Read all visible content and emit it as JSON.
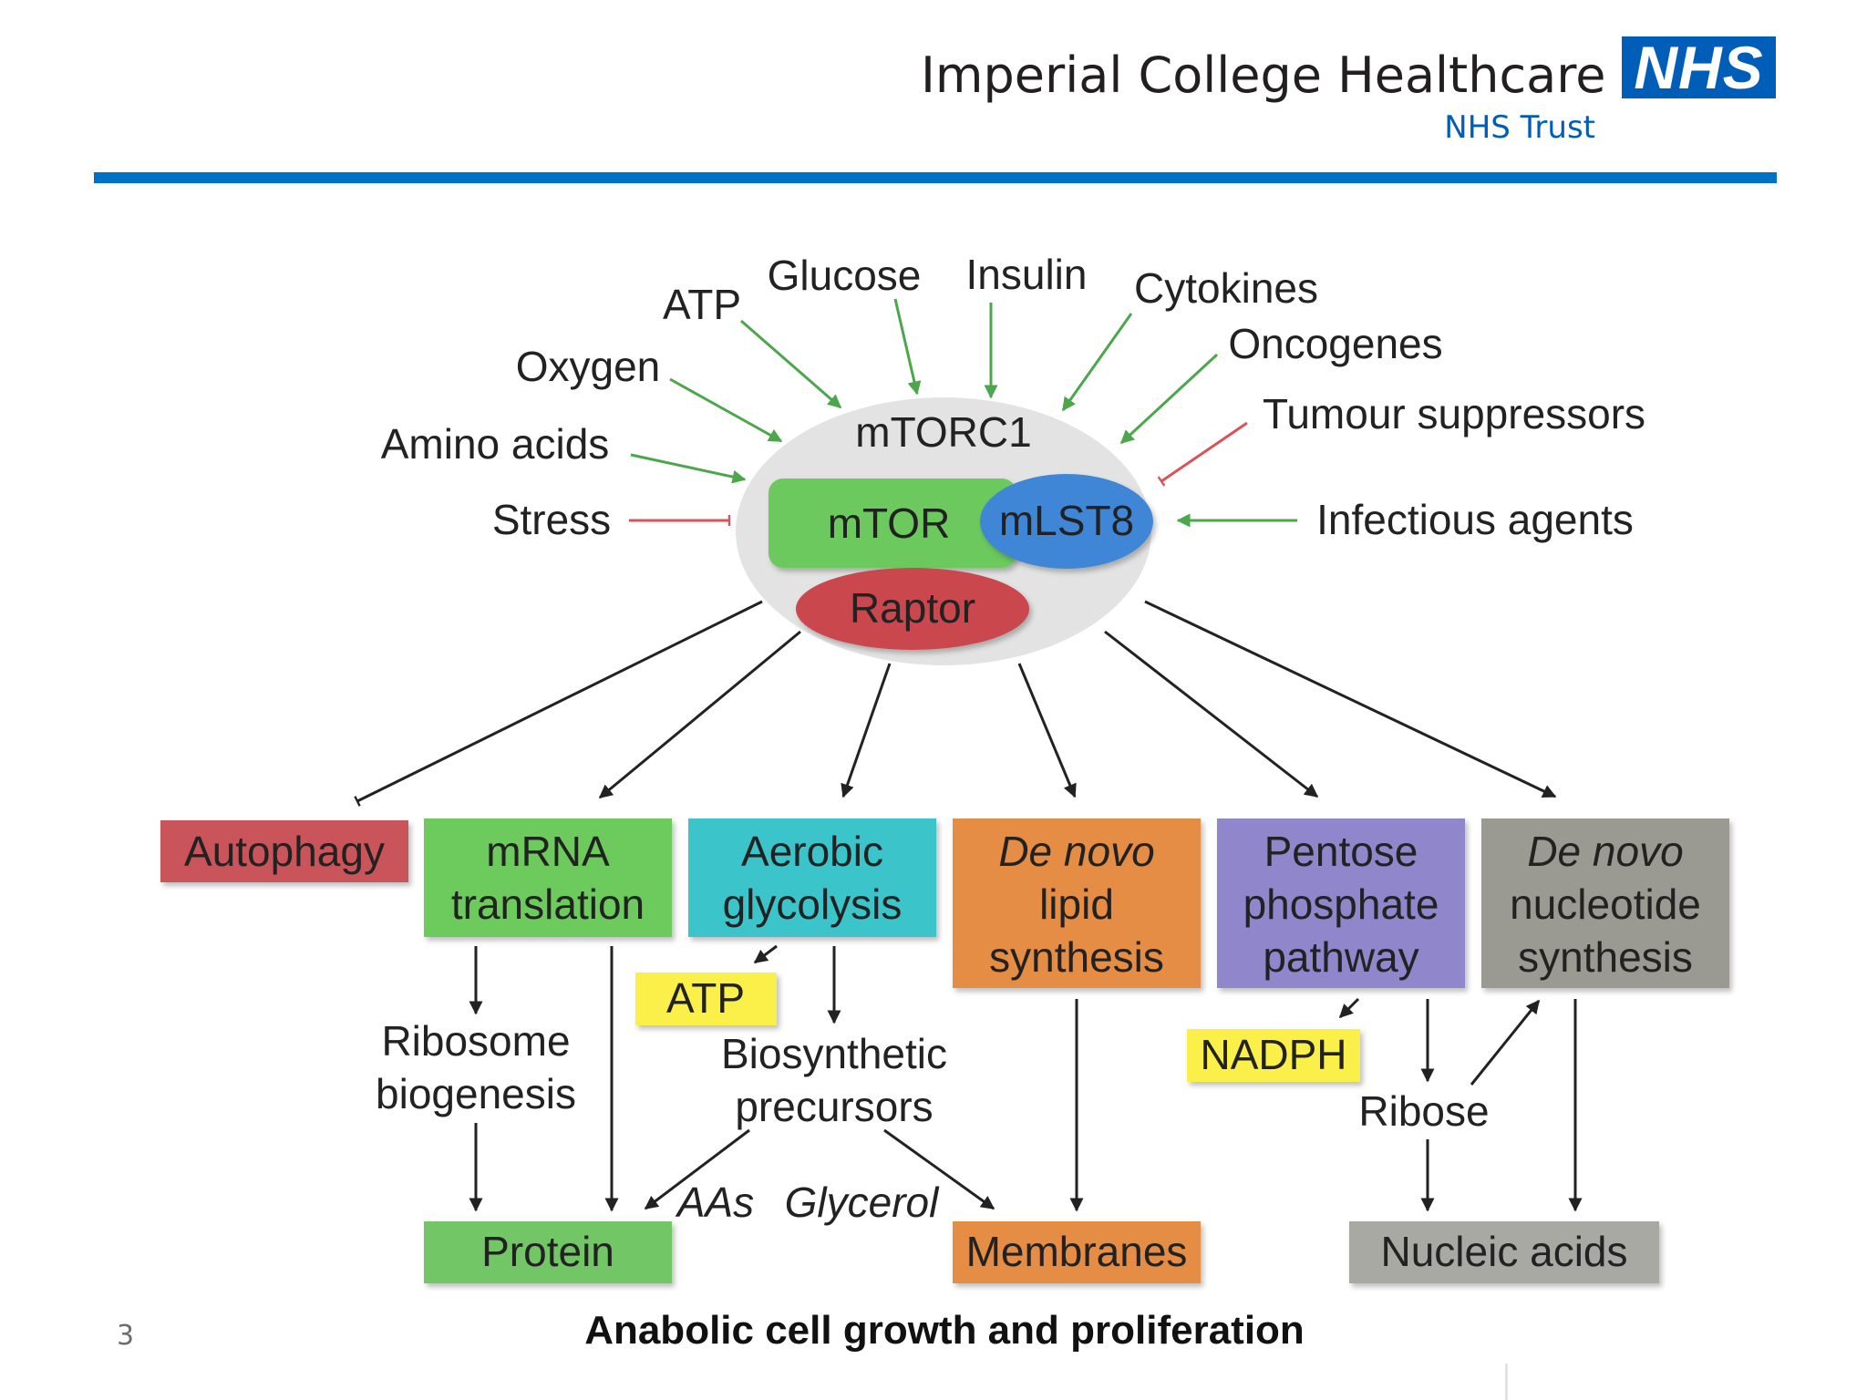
{
  "header": {
    "organisation": "Imperial College Healthcare",
    "trust": "NHS Trust",
    "logo": "NHS",
    "colors": {
      "brand_blue": "#005eb8",
      "rule_blue": "#0072c6"
    }
  },
  "slide": {
    "page_number": "3"
  },
  "diagram": {
    "complex": {
      "name": "mTORC1",
      "components": {
        "mtor": "mTOR",
        "mlst8": "mLST8",
        "raptor": "Raptor"
      }
    },
    "inputs": {
      "atp": "ATP",
      "glucose": "Glucose",
      "insulin": "Insulin",
      "cytokines": "Cytokines",
      "oxygen": "Oxygen",
      "oncogenes": "Oncogenes",
      "tumour_suppressors": "Tumour suppressors",
      "amino_acids": "Amino acids",
      "stress": "Stress",
      "infectious_agents": "Infectious agents"
    },
    "outputs": {
      "autophagy": [
        "Autophagy"
      ],
      "mrna_translation": [
        "mRNA",
        "translation"
      ],
      "aerobic_glycolysis": [
        "Aerobic",
        "glycolysis"
      ],
      "lipid_synthesis": [
        "De novo",
        "lipid",
        "synthesis"
      ],
      "pentose_phosphate": [
        "Pentose",
        "phosphate",
        "pathway"
      ],
      "nucleotide_synthesis": [
        "De novo",
        "nucleotide",
        "synthesis"
      ]
    },
    "intermediates": {
      "atp": "ATP",
      "nadph": "NADPH",
      "ribosome_biogenesis": [
        "Ribosome",
        "biogenesis"
      ],
      "biosynthetic_precursors": [
        "Biosynthetic",
        "precursors"
      ],
      "ribose": "Ribose",
      "aas": "AAs",
      "glycerol": "Glycerol"
    },
    "products": {
      "protein": "Protein",
      "membranes": "Membranes",
      "nucleic_acids": "Nucleic acids"
    },
    "footer": "Anabolic cell growth and proliferation",
    "colors": {
      "activation": "#4ca64c",
      "inhibition": "#d9535a",
      "complex_bg": "#e3e3e3",
      "mtor": "#6cc95d",
      "mlst8": "#3f86d6",
      "raptor": "#c9474d",
      "autophagy": "#c9555a",
      "mrna": "#6dca5c",
      "glycolysis": "#3ac4c9",
      "lipid": "#e58c45",
      "pentose": "#8f86cb",
      "nucleotide": "#9a9a92",
      "highlight_yellow": "#fbf04a",
      "products_green": "#72c665",
      "products_orange": "#e58c45",
      "products_grey": "#a9a9a4"
    }
  }
}
